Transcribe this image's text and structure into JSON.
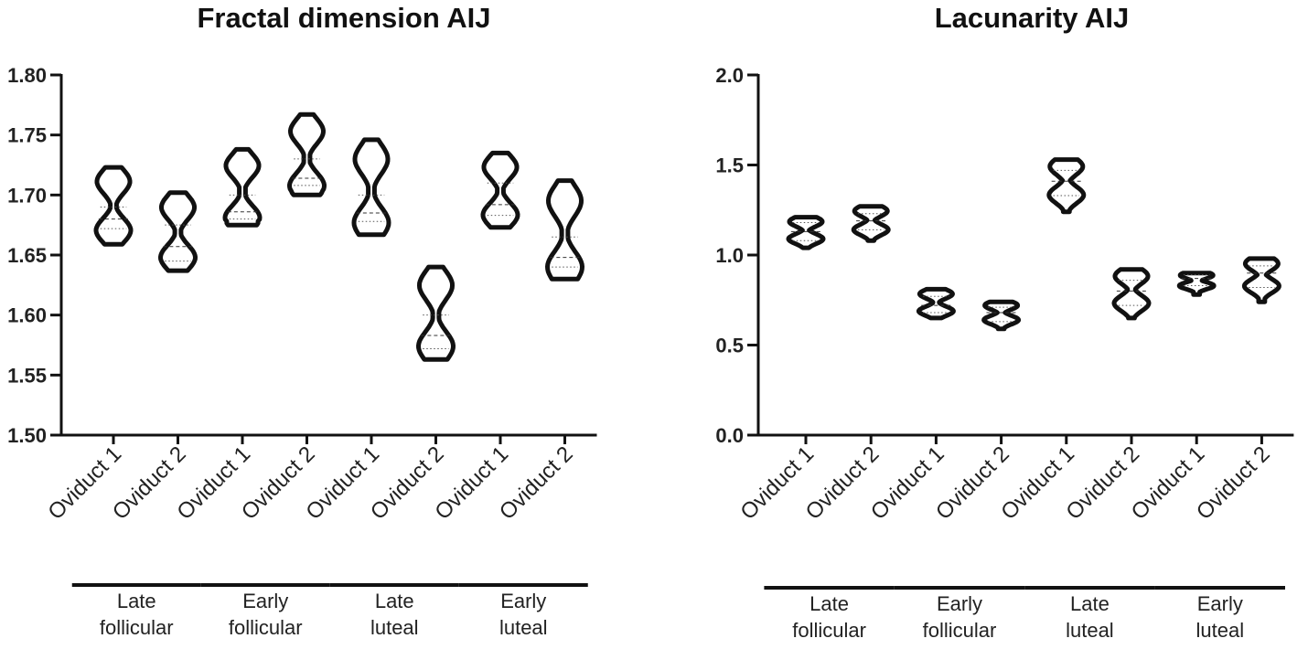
{
  "chart_data": [
    {
      "type": "violin",
      "title": "Fractal dimension AIJ",
      "ylim": [
        1.5,
        1.8
      ],
      "yticks": [
        "1.50",
        "1.55",
        "1.60",
        "1.65",
        "1.70",
        "1.75",
        "1.80"
      ],
      "categories": [
        "Oviduct 1",
        "Oviduct 2",
        "Oviduct 1",
        "Oviduct 2",
        "Oviduct 1",
        "Oviduct 2",
        "Oviduct 1",
        "Oviduct 2"
      ],
      "groups": [
        {
          "lines": [
            "Late",
            "follicular"
          ],
          "span": [
            0,
            1
          ]
        },
        {
          "lines": [
            "Early",
            "follicular"
          ],
          "span": [
            2,
            3
          ]
        },
        {
          "lines": [
            "Late",
            "luteal"
          ],
          "span": [
            4,
            5
          ]
        },
        {
          "lines": [
            "Early",
            "luteal"
          ],
          "span": [
            6,
            7
          ]
        }
      ],
      "violins": [
        {
          "min": 1.659,
          "max": 1.723,
          "q1": 1.672,
          "median": 1.68,
          "q3": 1.69
        },
        {
          "min": 1.637,
          "max": 1.702,
          "q1": 1.645,
          "median": 1.657,
          "q3": 1.675
        },
        {
          "min": 1.675,
          "max": 1.738,
          "q1": 1.68,
          "median": 1.686,
          "q3": 1.7
        },
        {
          "min": 1.7,
          "max": 1.767,
          "q1": 1.708,
          "median": 1.714,
          "q3": 1.73
        },
        {
          "min": 1.667,
          "max": 1.746,
          "q1": 1.678,
          "median": 1.685,
          "q3": 1.7
        },
        {
          "min": 1.563,
          "max": 1.64,
          "q1": 1.572,
          "median": 1.583,
          "q3": 1.6
        },
        {
          "min": 1.673,
          "max": 1.735,
          "q1": 1.683,
          "median": 1.692,
          "q3": 1.71
        },
        {
          "min": 1.63,
          "max": 1.712,
          "q1": 1.64,
          "median": 1.648,
          "q3": 1.665
        }
      ]
    },
    {
      "type": "violin",
      "title": "Lacunarity AIJ",
      "ylim": [
        0.0,
        2.0
      ],
      "yticks": [
        "0.0",
        "0.5",
        "1.0",
        "1.5",
        "2.0"
      ],
      "categories": [
        "Oviduct 1",
        "Oviduct 2",
        "Oviduct 1",
        "Oviduct 2",
        "Oviduct 1",
        "Oviduct 2",
        "Oviduct 1",
        "Oviduct 2"
      ],
      "groups": [
        {
          "lines": [
            "Late",
            "follicular"
          ],
          "span": [
            0,
            1
          ]
        },
        {
          "lines": [
            "Early",
            "follicular"
          ],
          "span": [
            2,
            3
          ]
        },
        {
          "lines": [
            "Late",
            "luteal"
          ],
          "span": [
            4,
            5
          ]
        },
        {
          "lines": [
            "Early",
            "luteal"
          ],
          "span": [
            6,
            7
          ]
        }
      ],
      "violins": [
        {
          "min": 1.04,
          "max": 1.21,
          "q1": 1.08,
          "median": 1.13,
          "q3": 1.18
        },
        {
          "min": 1.08,
          "max": 1.27,
          "q1": 1.14,
          "median": 1.19,
          "q3": 1.23
        },
        {
          "min": 0.65,
          "max": 0.81,
          "q1": 0.68,
          "median": 0.72,
          "q3": 0.77
        },
        {
          "min": 0.59,
          "max": 0.74,
          "q1": 0.63,
          "median": 0.68,
          "q3": 0.71
        },
        {
          "min": 1.24,
          "max": 1.53,
          "q1": 1.33,
          "median": 1.41,
          "q3": 1.47
        },
        {
          "min": 0.65,
          "max": 0.92,
          "q1": 0.72,
          "median": 0.8,
          "q3": 0.86
        },
        {
          "min": 0.78,
          "max": 0.9,
          "q1": 0.83,
          "median": 0.87,
          "q3": 0.89
        },
        {
          "min": 0.74,
          "max": 0.98,
          "q1": 0.82,
          "median": 0.9,
          "q3": 0.94
        }
      ]
    }
  ]
}
